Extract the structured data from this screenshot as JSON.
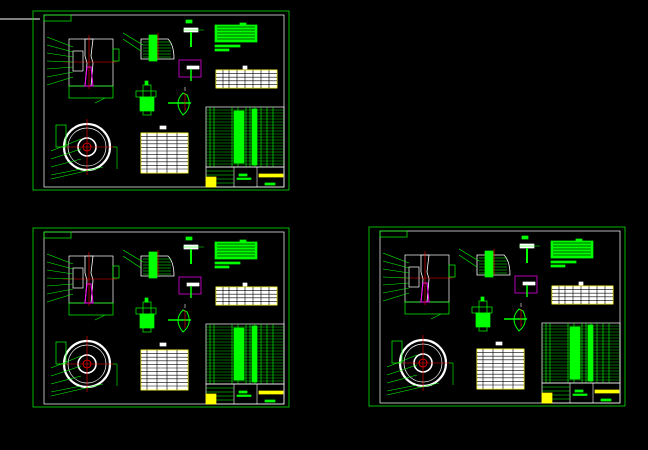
{
  "canvas": {
    "background": "#000000"
  },
  "colors": {
    "frame_outer": "#00ff00",
    "frame_inner": "#ffffff",
    "geometry": "#ffffff",
    "leaders": "#00ff00",
    "centerlines": "#ff0000",
    "highlight": "#ff00ff",
    "tables": "#ffff00"
  },
  "sheets": [
    {
      "name": "drawing-sheet-1"
    },
    {
      "name": "drawing-sheet-2"
    },
    {
      "name": "drawing-sheet-3"
    }
  ]
}
